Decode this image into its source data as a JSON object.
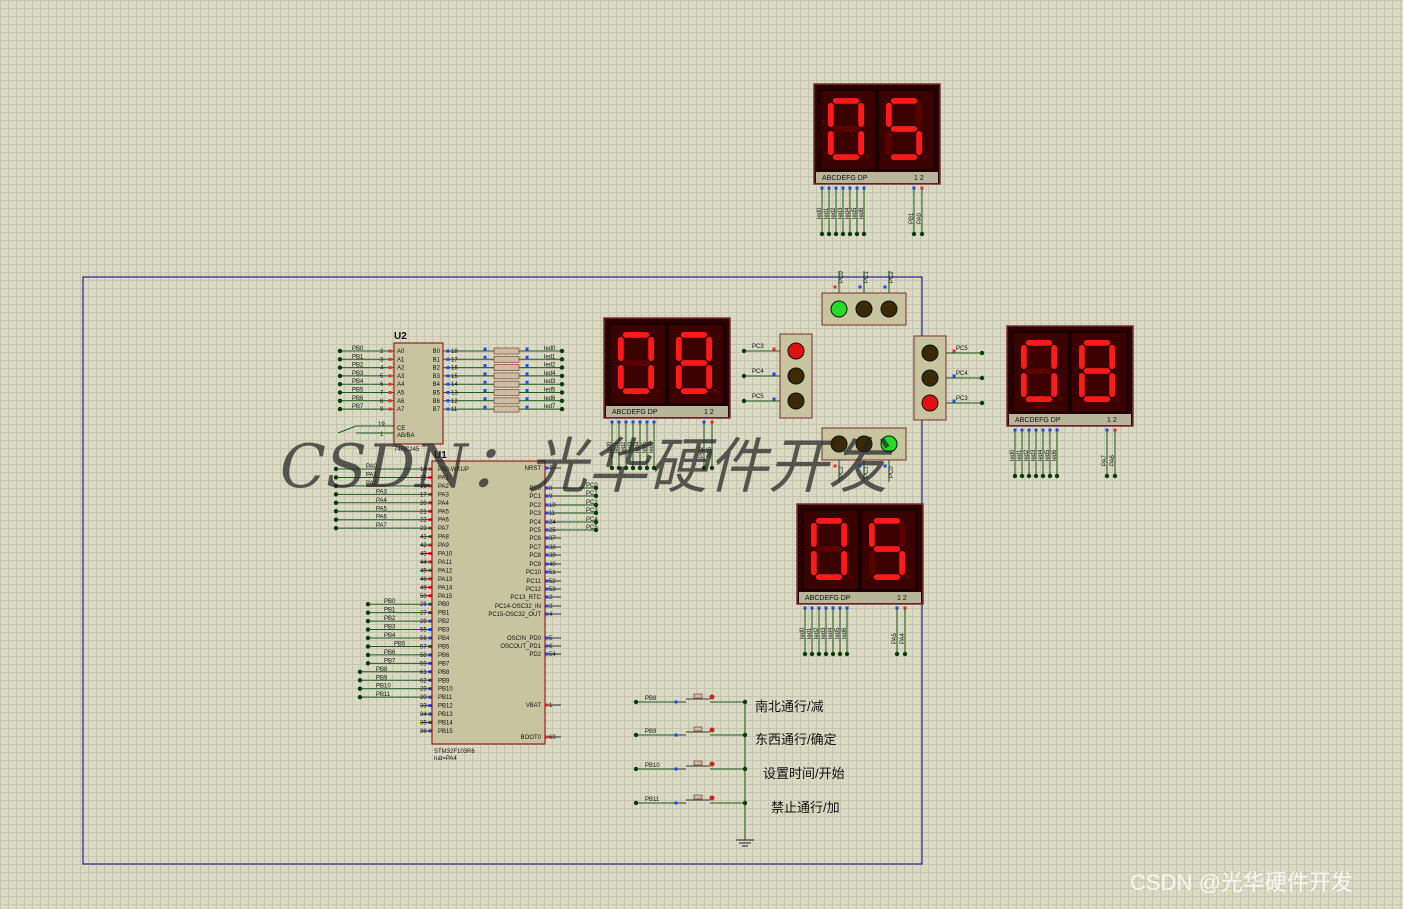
{
  "chips": {
    "u2": {
      "ref": "U2",
      "part": "74HC245",
      "pins_left": [
        "A0",
        "A1",
        "A2",
        "A3",
        "A4",
        "A5",
        "A6",
        "A7"
      ],
      "pins_right": [
        "B0",
        "B1",
        "B2",
        "B3",
        "B4",
        "B5",
        "B6",
        "B7"
      ],
      "ce": "CE",
      "ab": "AB/BA",
      "nums_left": [
        "2",
        "3",
        "4",
        "5",
        "6",
        "7",
        "8",
        "9"
      ],
      "nums_right": [
        "18",
        "17",
        "16",
        "15",
        "14",
        "13",
        "12",
        "11"
      ],
      "ctrl_nums": [
        "19",
        "1"
      ]
    },
    "u1": {
      "ref": "U1",
      "part": "STM32F103R6",
      "note": "nat=PA4",
      "pins_left": [
        "PA0-WKUP",
        "PA1",
        "PA2",
        "PA3",
        "PA4",
        "PA5",
        "PA6",
        "PA7",
        "PA8",
        "PA9",
        "PA10",
        "PA11",
        "PA12",
        "PA13",
        "PA14",
        "PA15",
        "PB0",
        "PB1",
        "PB2",
        "PB3",
        "PB4",
        "PB5",
        "PB6",
        "PB7",
        "PB8",
        "PB9",
        "PB10",
        "PB11",
        "PB12",
        "PB13",
        "PB14",
        "PB15"
      ],
      "nums_left": [
        "14",
        "15",
        "16",
        "17",
        "20",
        "21",
        "22",
        "23",
        "41",
        "42",
        "43",
        "44",
        "45",
        "46",
        "49",
        "50",
        "26",
        "27",
        "28",
        "55",
        "56",
        "57",
        "58",
        "59",
        "61",
        "62",
        "29",
        "30",
        "33",
        "34",
        "35",
        "36"
      ],
      "pins_right": [
        "NRST",
        "PC0",
        "PC1",
        "PC2",
        "PC3",
        "PC4",
        "PC5",
        "PC6",
        "PC7",
        "PC8",
        "PC9",
        "PC10",
        "PC11",
        "PC12",
        "PC13_RTC",
        "PC14-OSC32_IN",
        "PC15-OSC32_OUT",
        "OSCIN_PD0",
        "OSCOUT_PD1",
        "PD2",
        "VBAT",
        "BOOT0"
      ],
      "nums_right": [
        "7",
        "8",
        "9",
        "10",
        "11",
        "24",
        "25",
        "37",
        "38",
        "39",
        "40",
        "51",
        "52",
        "53",
        "2",
        "3",
        "4",
        "5",
        "6",
        "54",
        "1",
        "60"
      ]
    }
  },
  "nets": {
    "u2_in": [
      "PB0",
      "PB1",
      "PB2",
      "PB3",
      "PB4",
      "PB5",
      "PB6",
      "PB7"
    ],
    "u2_out": [
      "led0",
      "led1",
      "led2",
      "led4",
      "led3",
      "led5",
      "led6",
      "led7"
    ],
    "u1_pa": [
      "PA0",
      "PA1",
      "PA2",
      "PA3",
      "PA4",
      "PA5",
      "PA6",
      "PA7"
    ],
    "u1_pb": [
      "PB0",
      "PB1",
      "PB2",
      "PB3",
      "PB4",
      "PB5",
      "PB6",
      "PB7",
      "PB8",
      "PB9",
      "PB10",
      "PB11"
    ],
    "u1_pc": [
      "PC0",
      "PC1",
      "PC2",
      "PC3",
      "PC4",
      "PC5"
    ],
    "seg_pins": [
      "led0",
      "led1",
      "led2",
      "led3",
      "led4",
      "led5",
      "led6"
    ]
  },
  "displays": [
    {
      "name": "display-north",
      "digits": "05",
      "label": "ABCDEFG  DP",
      "digits_label": "1 2",
      "dig_pins": [
        "PB1",
        "PA0"
      ]
    },
    {
      "name": "display-west",
      "digits": "08",
      "label": "ABCDEFG  DP",
      "digits_label": "1 2",
      "dig_pins": [
        "PB2",
        "PA6"
      ]
    },
    {
      "name": "display-east",
      "digits": "08",
      "label": "ABCDEFG  DP",
      "digits_label": "1 2",
      "dig_pins": [
        "PA7",
        "PA6"
      ]
    },
    {
      "name": "display-south",
      "digits": "05",
      "label": "ABCDEFG  DP",
      "digits_label": "1 2",
      "dig_pins": [
        "PA5",
        "PA4"
      ]
    }
  ],
  "traffic_lights": {
    "north": {
      "pins": [
        "PC0",
        "PC1",
        "PC2"
      ],
      "states": [
        "green",
        "off",
        "off"
      ]
    },
    "west": {
      "pins": [
        "PC3",
        "PC4",
        "PC5"
      ],
      "states": [
        "red",
        "off",
        "off"
      ]
    },
    "east": {
      "pins": [
        "PC5",
        "PC4",
        "PC3"
      ],
      "states": [
        "off",
        "off",
        "red"
      ]
    },
    "south": {
      "pins": [
        "PC2",
        "PC1",
        "PC0"
      ],
      "states": [
        "off",
        "off",
        "green"
      ]
    }
  },
  "buttons": [
    {
      "pin": "PB8",
      "label": "南北通行/减"
    },
    {
      "pin": "PB9",
      "label": "东西通行/确定"
    },
    {
      "pin": "PB10",
      "label": "设置时间/开始"
    },
    {
      "pin": "PB11",
      "label": "禁止通行/加"
    }
  ],
  "watermark": {
    "center": "CSDN：光华硬件开发",
    "corner": "CSDN @光华硬件开发"
  },
  "colors": {
    "seg_on": "#ff1a1a",
    "seg_off": "#5a0000",
    "display_bg": "#2a0000",
    "green_on": "#22dd22",
    "red_on": "#dd1111",
    "off_lamp": "#5a3a10",
    "frame": "#00008b",
    "chip_fill": "#c8c4a0",
    "chip_stroke": "#8b0000"
  }
}
